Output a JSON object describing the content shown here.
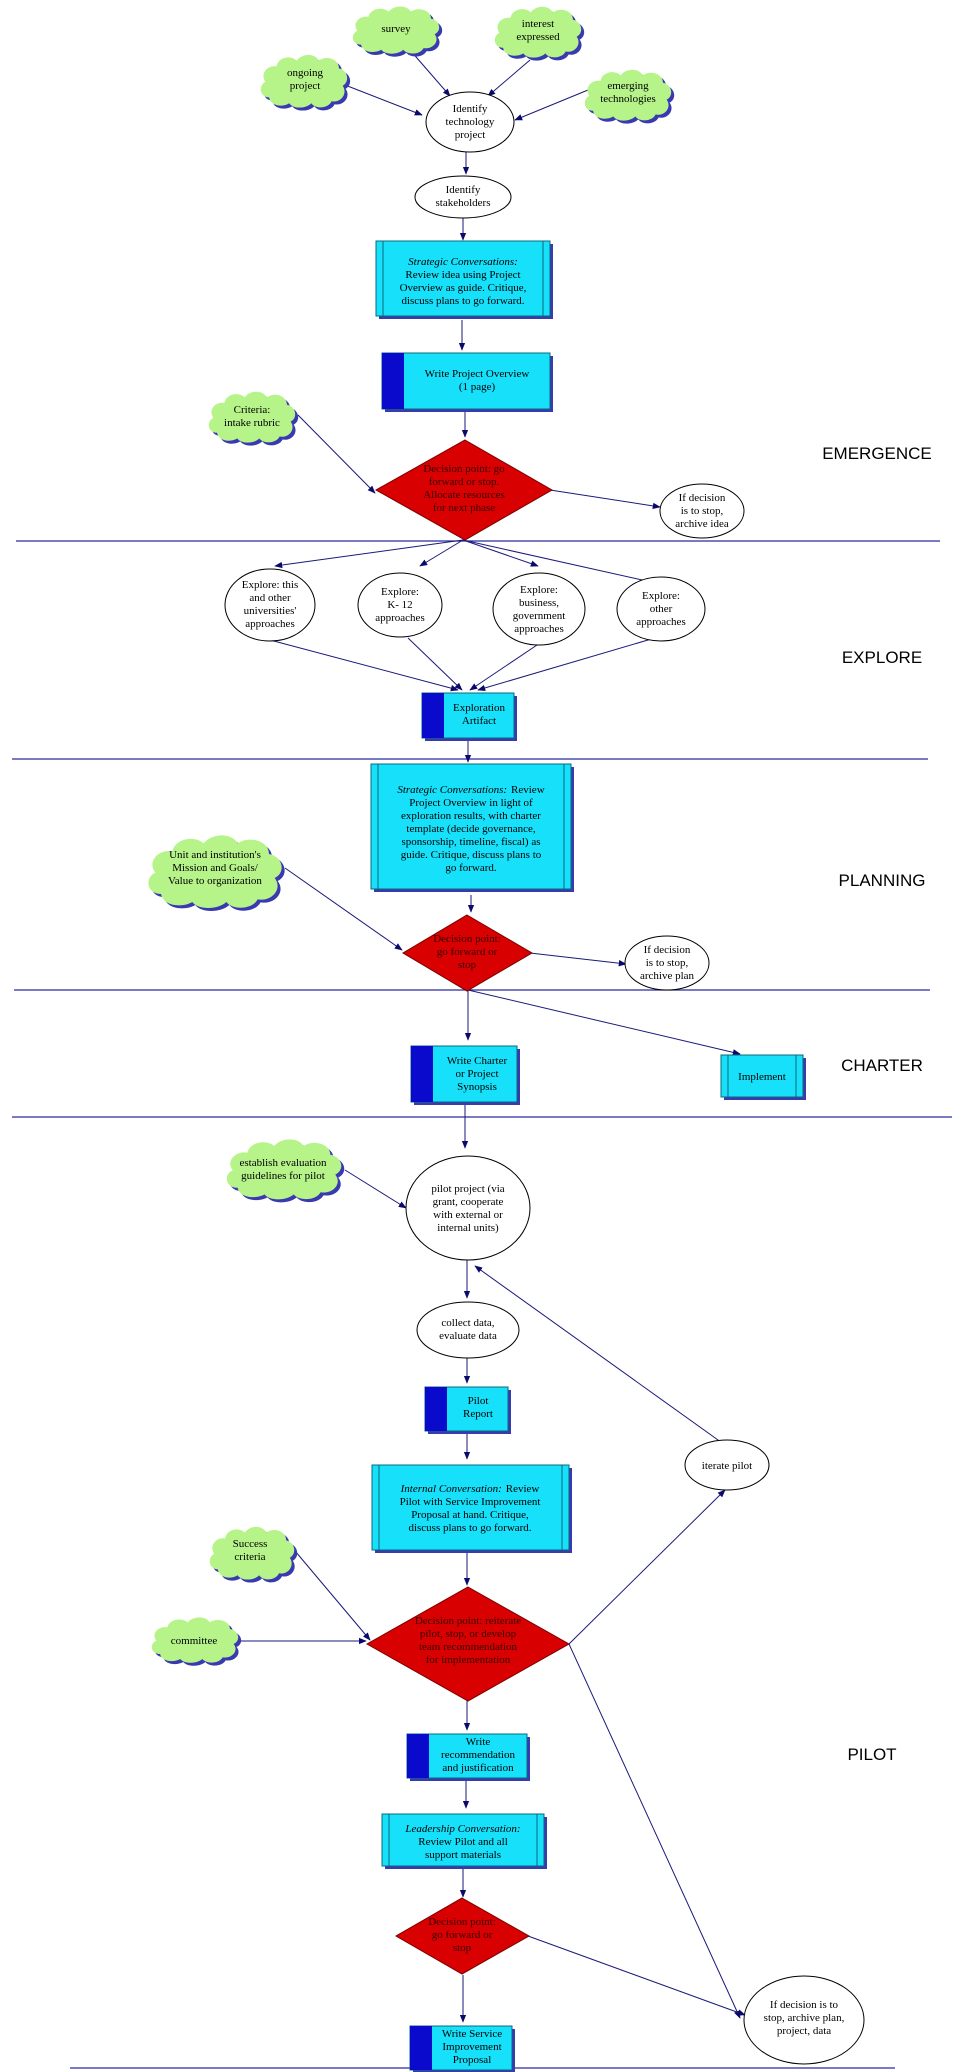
{
  "phases": {
    "emergence": "EMERGENCE",
    "explore": "EXPLORE",
    "planning": "PLANNING",
    "charter": "CHARTER",
    "pilot": "PILOT"
  },
  "clouds": {
    "survey": [
      "survey"
    ],
    "interest": [
      "interest",
      "expressed"
    ],
    "ongoing": [
      "ongoing",
      "project"
    ],
    "emerging": [
      "emerging",
      "technologies"
    ],
    "criteria": [
      "Criteria:",
      "intake rubric"
    ],
    "mission": [
      "Unit and institution's",
      "Mission and Goals/",
      "Value to organization"
    ],
    "evaluation": [
      "establish evaluation",
      "guidelines for pilot"
    ],
    "success": [
      "Success",
      "criteria"
    ],
    "committee": [
      "committee"
    ]
  },
  "ellipses": {
    "identify_project": [
      "Identify",
      "technology",
      "project"
    ],
    "identify_stakeholders": [
      "Identify",
      "stakeholders"
    ],
    "archive_idea": [
      "If decision",
      "is to stop,",
      "archive idea"
    ],
    "explore_universities": [
      "Explore: this",
      "and other",
      "universities'",
      "approaches"
    ],
    "explore_k12": [
      "Explore:",
      "K- 12",
      "approaches"
    ],
    "explore_business": [
      "Explore:",
      "business,",
      "government",
      "approaches"
    ],
    "explore_other": [
      "Explore:",
      "other",
      "approaches"
    ],
    "archive_plan": [
      "If decision",
      "is to stop,",
      "archive plan"
    ],
    "pilot_project": [
      "pilot project (via",
      "grant, cooperate",
      "with external or",
      "internal units)"
    ],
    "collect_data": [
      "collect data,",
      "evaluate data"
    ],
    "iterate_pilot": [
      "iterate pilot"
    ],
    "final_stop": [
      "If decision is to",
      "stop, archive plan,",
      "project, data"
    ]
  },
  "boxes": {
    "strategic1": {
      "italic": "Strategic Conversations:",
      "lines": [
        "Review idea using Project",
        "Overview as guide. Critique,",
        "discuss plans to go forward."
      ]
    },
    "strategic2": {
      "lines": [
        "Project Overview in light of",
        "exploration results, with charter",
        "template (decide governance,",
        "sponsorship, timeline, fiscal) as",
        "guide. Critique, discuss plans to",
        "go forward."
      ]
    },
    "strategic2_head": {
      "italic": "Strategic Conversations:",
      "rest": "Review"
    },
    "internal": {
      "lines": [
        "Pilot with Service Improvement",
        "Proposal at hand. Critique,",
        "discuss plans to go forward."
      ]
    },
    "internal_head": {
      "italic": "Internal Conversation:",
      "rest": "Review"
    },
    "leadership": {
      "italic": "Leadership Conversation:",
      "lines": [
        "Review Pilot and all",
        "support materials"
      ]
    },
    "implement": [
      "Implement"
    ]
  },
  "docs": {
    "project_overview": [
      "Write Project Overview",
      "(1 page)"
    ],
    "exploration_artifact": [
      "Exploration",
      "Artifact"
    ],
    "charter": [
      "Write Charter",
      "or Project",
      "Synopsis"
    ],
    "pilot_report": [
      "Pilot",
      "Report"
    ],
    "recommendation": [
      "Write",
      "recommendation",
      "and justification"
    ],
    "service_proposal": [
      "Write Service",
      "Improvement",
      "Proposal"
    ]
  },
  "decisions": {
    "d1": [
      "Decision point: go",
      "forward or stop.",
      "Allocate resources",
      "for next phase"
    ],
    "d2": [
      "Decision point:",
      "go forward or",
      "stop"
    ],
    "d3": [
      "Decision point: reiterate",
      "pilot, stop, or develop",
      "team recommendation",
      "for implementation"
    ],
    "d4": [
      "Decision point:",
      "go forward or",
      "stop"
    ]
  },
  "colors": {
    "cloud_fill": "#b6f48a",
    "cloud_shadow": "#3a3ab0",
    "box_fill": "#16e0fa",
    "box_dark": "#0a0acc",
    "decision_fill": "#d80000",
    "edge": "#1a1a7a"
  }
}
